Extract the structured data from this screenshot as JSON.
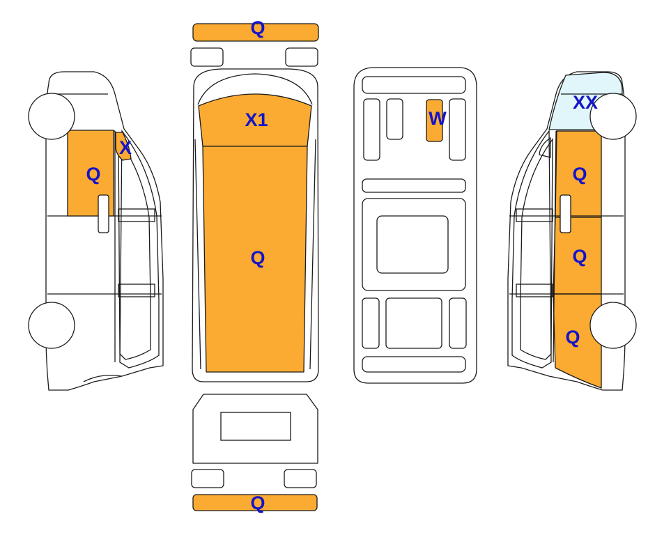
{
  "colors": {
    "damage_standard": "#FBAB32",
    "damage_light": "#E0F6FB",
    "code_text": "#1414C8",
    "outline": "#1a1a1a"
  },
  "codes": {
    "front_bumper": "Q",
    "hood": "X1",
    "roof": "Q",
    "underbody_part": "W",
    "left_front_door": "Q",
    "left_pillar": "X",
    "right_front_fender": "XX",
    "right_front_door": "Q",
    "right_middle_panel": "Q",
    "right_rear_panel": "Q",
    "rear_bumper": "Q"
  }
}
